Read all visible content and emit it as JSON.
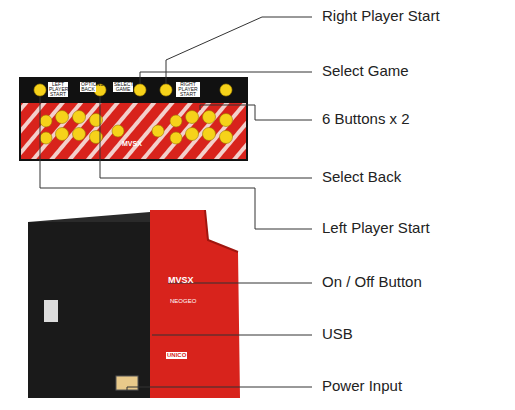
{
  "diagram": {
    "labels": [
      "Right Player Start",
      "Select Game",
      "6 Buttons x 2",
      "Select Back",
      "Left Player Start",
      "On / Off Button",
      "USB",
      "Power Input",
      "LEFT PLAYER START",
      "OPTIONS BACK",
      "SELECT GAME",
      "RIGHT PLAYER START",
      "MVSX",
      "MVSX",
      "NEOGEO",
      "UNICO"
    ]
  }
}
